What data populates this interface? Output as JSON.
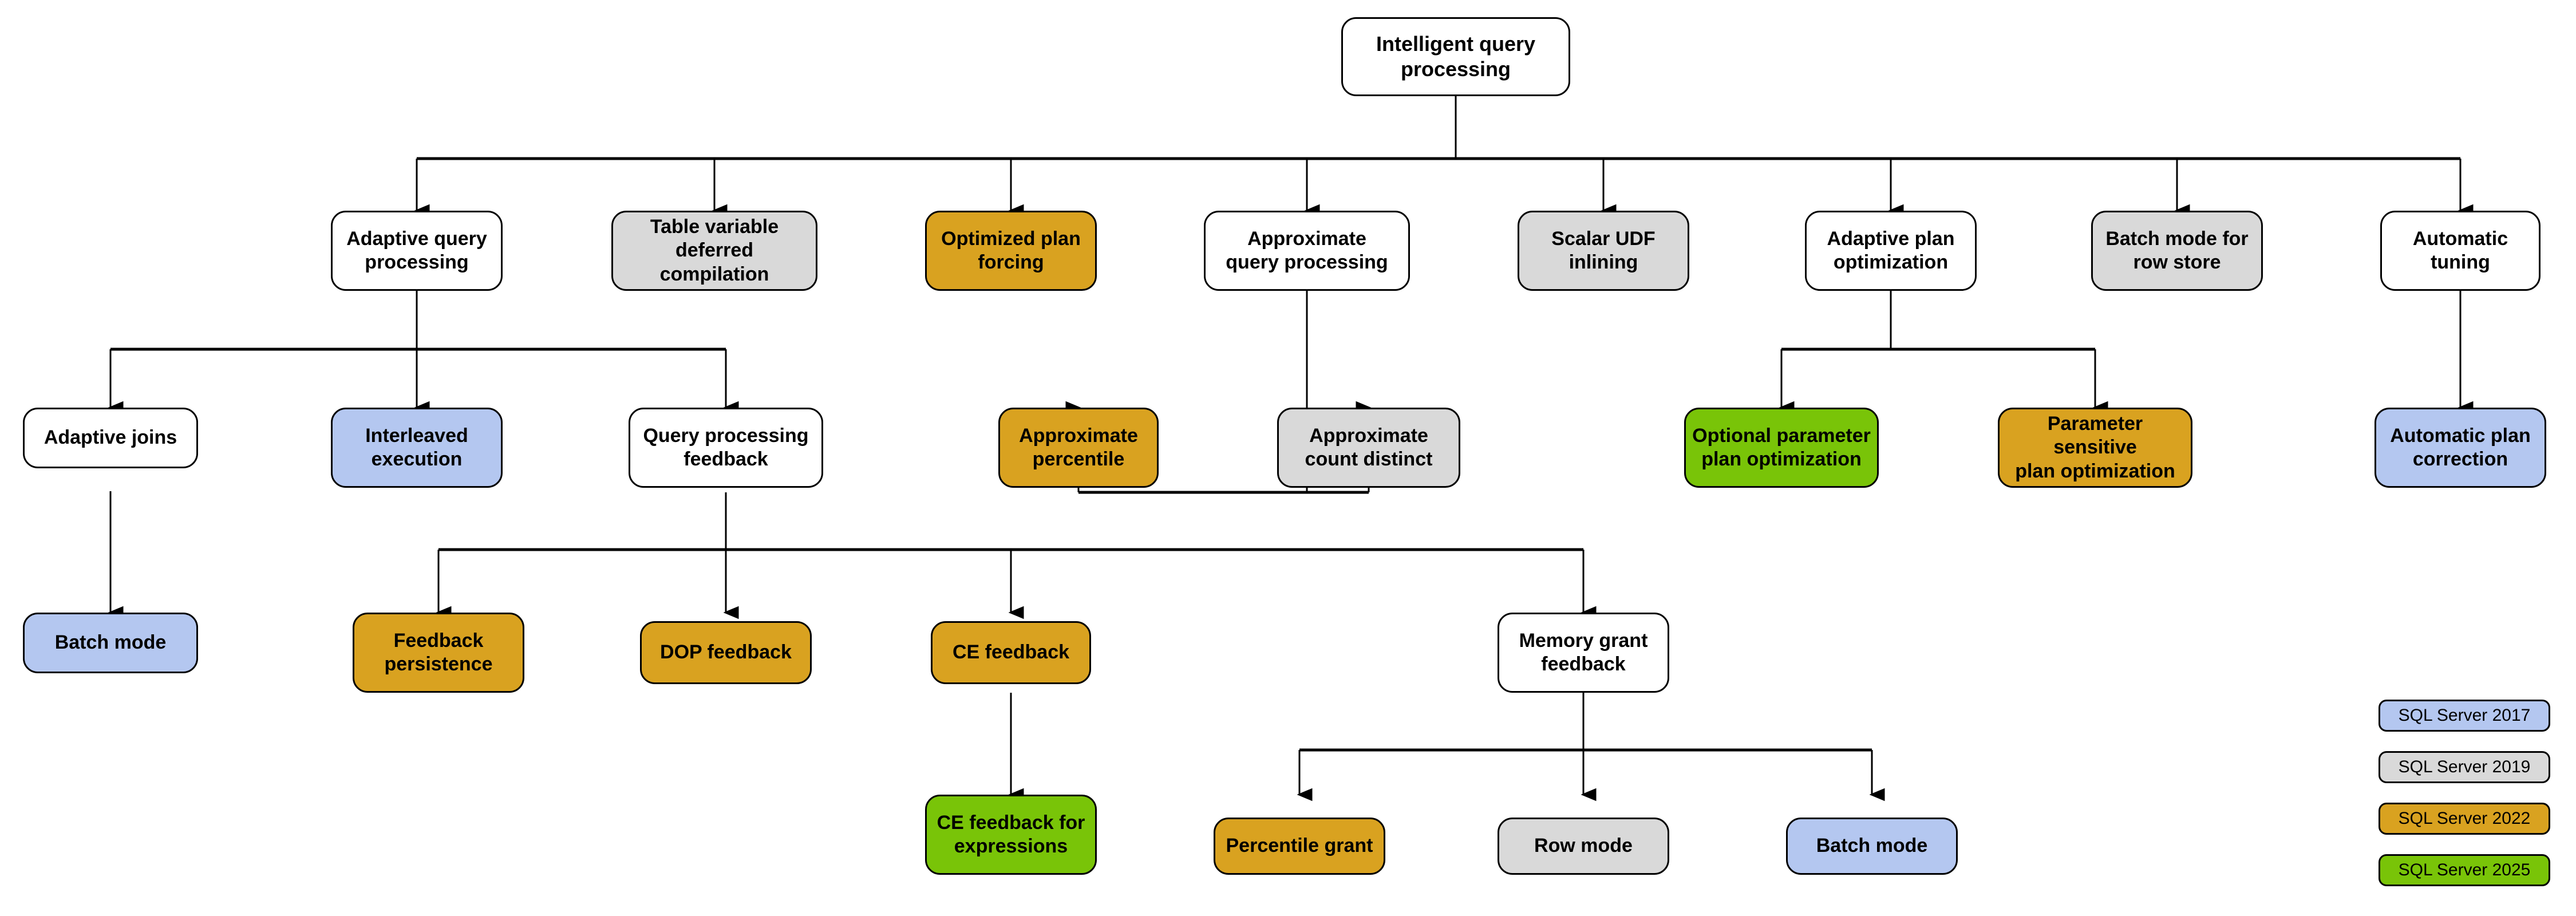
{
  "diagram": {
    "title": "Intelligent query processing",
    "palette": {
      "white": "#ffffff",
      "gray": "#d9d9d9",
      "orange": "#d9a220",
      "blue": "#b4c7f0",
      "green": "#79c408",
      "stroke": "#000000"
    }
  },
  "nodes": {
    "root": "Intelligent query\nprocessing",
    "adaptive_query_processing": "Adaptive query\nprocessing",
    "table_variable_deferred_compilation": "Table variable\ndeferred compilation",
    "optimized_plan_forcing": "Optimized plan\nforcing",
    "approximate_query_processing": "Approximate\nquery processing",
    "scalar_udf_inlining": "Scalar UDF\ninlining",
    "adaptive_plan_optimization": "Adaptive plan\noptimization",
    "batch_mode_for_row_store": "Batch mode for\nrow store",
    "automatic_tuning": "Automatic\ntuning",
    "adaptive_joins": "Adaptive joins",
    "interleaved_execution": "Interleaved\nexecution",
    "query_processing_feedback": "Query processing\nfeedback",
    "approximate_percentile": "Approximate\npercentile",
    "approximate_count_distinct": "Approximate\ncount distinct",
    "optional_parameter_plan_optimization": "Optional parameter\nplan optimization",
    "parameter_sensitive_plan_optimization": "Parameter sensitive\nplan optimization",
    "automatic_plan_correction": "Automatic plan\ncorrection",
    "batch_mode_adaptive_joins": "Batch mode",
    "feedback_persistence": "Feedback\npersistence",
    "dop_feedback": "DOP feedback",
    "ce_feedback": "CE feedback",
    "memory_grant_feedback": "Memory grant\nfeedback",
    "ce_feedback_for_expressions": "CE feedback for\nexpressions",
    "percentile_grant": "Percentile grant",
    "row_mode": "Row mode",
    "batch_mode_memory_grant": "Batch mode"
  },
  "legend": [
    {
      "label": "SQL Server 2017",
      "color": "#b4c7f0"
    },
    {
      "label": "SQL Server 2019",
      "color": "#d9d9d9"
    },
    {
      "label": "SQL Server 2022",
      "color": "#d9a220"
    },
    {
      "label": "SQL Server 2025",
      "color": "#79c408"
    }
  ]
}
